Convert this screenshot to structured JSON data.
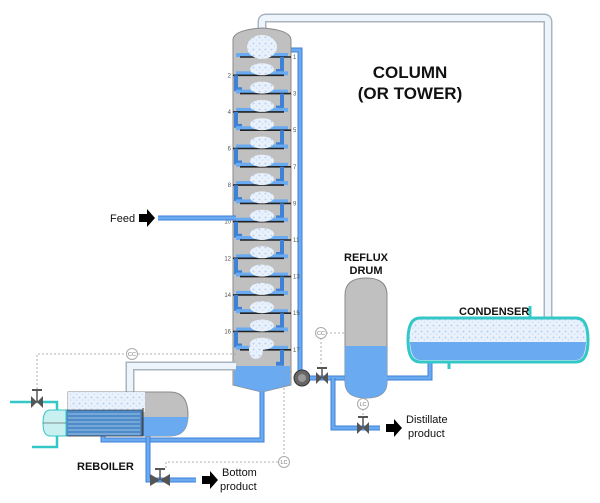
{
  "title": "COLUMN (OR TOWER)",
  "title_lines": [
    "COLUMN",
    "(OR TOWER)"
  ],
  "labels": {
    "reflux_drum": [
      "REFLUX",
      "DRUM"
    ],
    "condenser": "CONDENSER",
    "reboiler": "REBOILER",
    "feed": "Feed",
    "distillate": [
      "Distillate",
      "product"
    ],
    "bottom": [
      "Bottom",
      "product"
    ]
  },
  "trays": {
    "count": 17,
    "left_numbers": [
      "2",
      "4",
      "6",
      "8",
      "10",
      "12",
      "14",
      "16"
    ],
    "right_numbers": [
      "1",
      "3",
      "5",
      "7",
      "9",
      "11",
      "13",
      "15",
      "17"
    ]
  },
  "controllers": {
    "column_pressure": "CC",
    "reflux_flow": "CC",
    "reflux_drum_level": "LC",
    "bottom_level": "LC"
  },
  "colors": {
    "liquid": "#6aaaf0",
    "liquid_dark": "#3d82d6",
    "vapor": "#e6f0fa",
    "shell": "#c0c0c0",
    "shell_stroke": "#8a8a8a",
    "coolant": "#33c7c7",
    "arrow": "#000000"
  }
}
